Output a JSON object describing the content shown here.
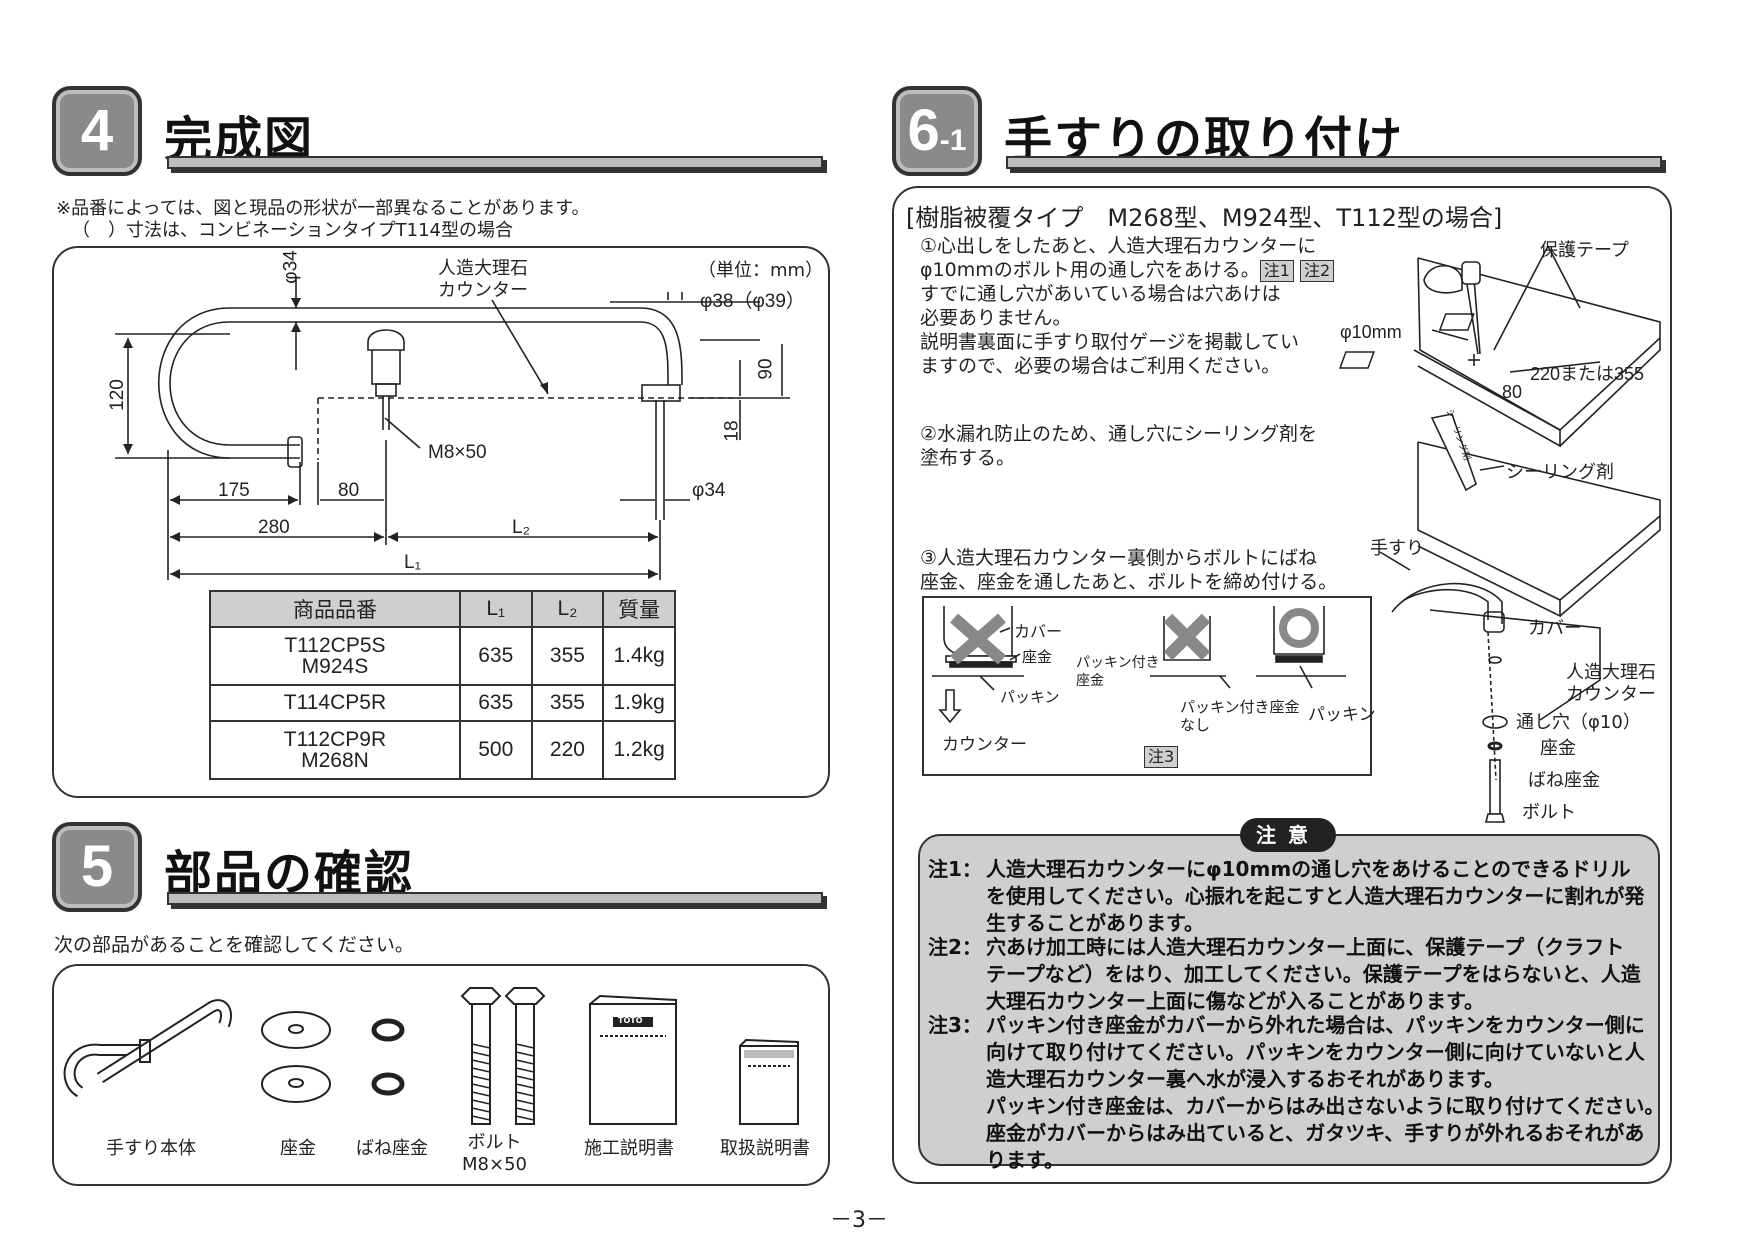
{
  "section4": {
    "number": "4",
    "title": "完成図",
    "note1": "※品番によっては、図と現品の形状が一部異なることがあります。",
    "note2": "（　）寸法は、コンビネーションタイプT114型の場合",
    "unit": "（単位：mm）",
    "labels": {
      "counter": "人造大理石\nカウンター",
      "d34top": "φ34",
      "d38": "φ38（φ39）",
      "h120": "120",
      "h90": "90",
      "h18": "18",
      "bolt": "M8×50",
      "w175": "175",
      "w80": "80",
      "d34b": "φ34",
      "w280": "280",
      "L2": "L₂",
      "L1": "L₁"
    },
    "table": {
      "headers": [
        "商品品番",
        "L₁",
        "L₂",
        "質量"
      ],
      "rows": [
        [
          "T112CP5S\nM924S",
          "635",
          "355",
          "1.4kg"
        ],
        [
          "T114CP5R",
          "635",
          "355",
          "1.9kg"
        ],
        [
          "T112CP9R\nM268N",
          "500",
          "220",
          "1.2kg"
        ]
      ]
    }
  },
  "section5": {
    "number": "5",
    "title": "部品の確認",
    "intro": "次の部品があることを確認してください。",
    "parts": [
      "手すり本体",
      "座金",
      "ばね座金",
      "ボルト\nM8×50",
      "施工説明書",
      "取扱説明書"
    ],
    "doc_brand": "TOTO"
  },
  "section6": {
    "number": "6",
    "sub": "-1",
    "title": "手すりの取り付け",
    "heading": "[樹脂被覆タイプ　M268型、M924型、T112型の場合]",
    "step1a": "①心出しをしたあと、人造大理石カウンターに",
    "step1b": "φ10mmのボルト用の通し穴をあける。",
    "tag1": "注1",
    "tag2": "注2",
    "step1c": "すでに通し穴があいている場合は穴あけは",
    "step1d": "必要ありません。",
    "step1e": "説明書裏面に手すり取付ゲージを掲載してい",
    "step1f": "ますので、必要の場合はご利用ください。",
    "step2a": "②水漏れ防止のため、通し穴にシーリング剤を",
    "step2b": "塗布する。",
    "step3a": "③人造大理石カウンター裏側からボルトにばね",
    "step3b": "座金、座金を通したあと、ボルトを締め付ける。",
    "fig1": {
      "tape": "保護テープ",
      "d10": "φ10mm",
      "dim": "220または355",
      "d80": "80"
    },
    "fig2": {
      "sealant": "シーリング剤",
      "tube": "シーリング剤"
    },
    "fig3": {
      "handrail": "手すり",
      "cover": "カバー",
      "counter": "人造大理石\nカウンター",
      "hole": "通し穴（φ10）",
      "washer": "座金",
      "spring": "ばね座金",
      "bolt": "ボルト"
    },
    "inset": {
      "cover": "カバー",
      "washer": "座金",
      "packing_washer": "パッキン付き\n座金",
      "packing": "パッキン",
      "counter": "カウンター",
      "no_packing": "パッキン付き座金\nなし",
      "packing2": "パッキン",
      "tag3": "注3"
    },
    "caution_title": "注意",
    "notes": [
      {
        "label": "注1：",
        "lines": [
          "人造大理石カウンターにφ10mmの通し穴をあけることのできるドリル",
          "を使用してください。心振れを起こすと人造大理石カウンターに割れが発",
          "生することがあります。"
        ]
      },
      {
        "label": "注2：",
        "lines": [
          "穴あけ加工時には人造大理石カウンター上面に、保護テープ（クラフト",
          "テープなど）をはり、加工してください。保護テープをはらないと、人造",
          "大理石カウンター上面に傷などが入ることがあります。"
        ]
      },
      {
        "label": "注3：",
        "lines": [
          "パッキン付き座金がカバーから外れた場合は、パッキンをカウンター側に",
          "向けて取り付けてください。パッキンをカウンター側に向けていないと人",
          "造大理石カウンター裏へ水が浸入するおそれがあります。",
          "パッキン付き座金は、カバーからはみ出さないように取り付けてください。",
          "座金がカバーからはみ出ていると、ガタツキ、手すりが外れるおそれがあ",
          "ります。"
        ]
      }
    ]
  },
  "page_number": "－3－"
}
